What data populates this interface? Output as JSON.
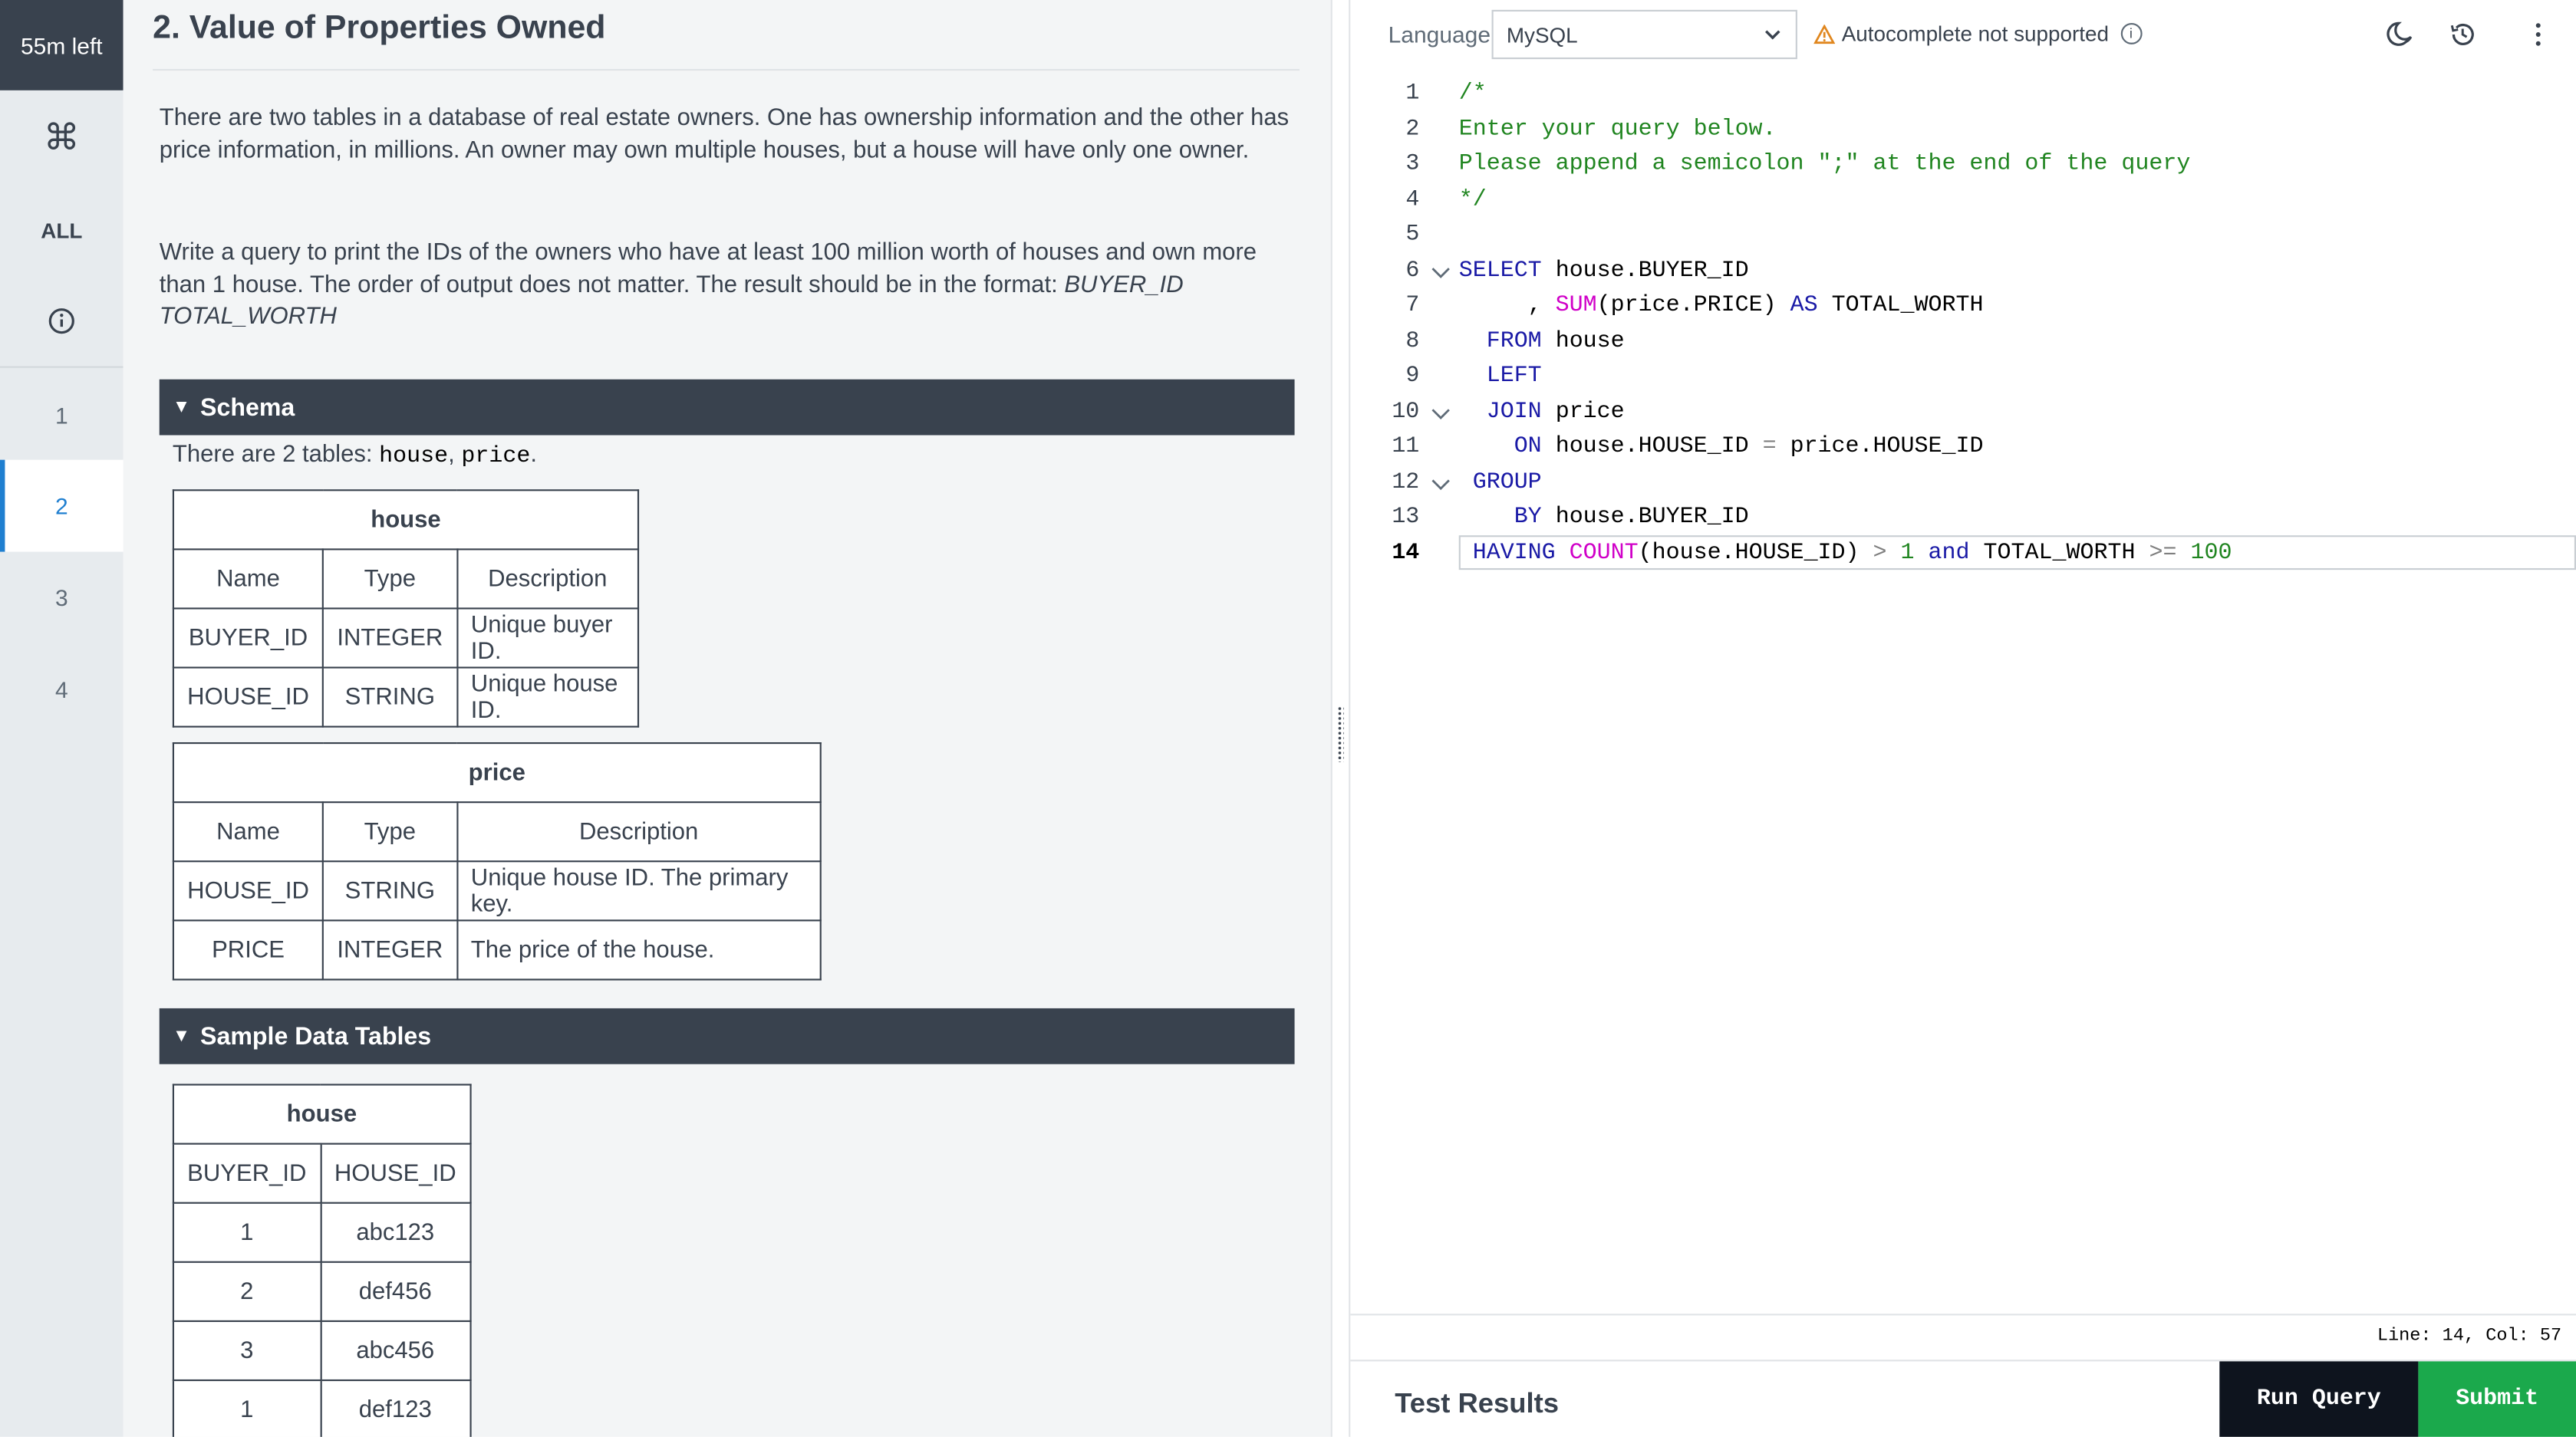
{
  "timer": "55m left",
  "rail": {
    "cmd_icon": "⌘",
    "all_label": "ALL",
    "questions": [
      "1",
      "2",
      "3",
      "4"
    ],
    "active_question": "2"
  },
  "problem": {
    "title": "2. Value of Properties Owned",
    "para1": "There are two tables in a database of real estate owners. One has ownership information and the other has price information, in millions. An owner may own multiple houses, but a house will have only one owner.",
    "para2_main": "Write a query to print the IDs of the owners who have at least 100 million worth of houses and own more than 1 house. The order of output does not matter. The result should be in the format: ",
    "para2_format": "BUYER_ID TOTAL_WORTH",
    "schema_title": "Schema",
    "schema_note_prefix": "There are 2 tables: ",
    "schema_note_t1": "house",
    "schema_note_sep": ", ",
    "schema_note_t2": "price",
    "schema_note_end": ".",
    "house_schema": {
      "caption": "house",
      "headers": [
        "Name",
        "Type",
        "Description"
      ],
      "rows": [
        [
          "BUYER_ID",
          "INTEGER",
          "Unique buyer ID."
        ],
        [
          "HOUSE_ID",
          "STRING",
          "Unique house ID."
        ]
      ]
    },
    "price_schema": {
      "caption": "price",
      "headers": [
        "Name",
        "Type",
        "Description"
      ],
      "rows": [
        [
          "HOUSE_ID",
          "STRING",
          "Unique house ID. The primary key."
        ],
        [
          "PRICE",
          "INTEGER",
          "The price of the house."
        ]
      ]
    },
    "sample_title": "Sample Data Tables",
    "house_sample": {
      "caption": "house",
      "headers": [
        "BUYER_ID",
        "HOUSE_ID"
      ],
      "rows": [
        [
          "1",
          "abc123"
        ],
        [
          "2",
          "def456"
        ],
        [
          "3",
          "abc456"
        ],
        [
          "1",
          "def123"
        ]
      ]
    }
  },
  "editor": {
    "language_label": "Language",
    "language_value": "MySQL",
    "autocomplete_note": "Autocomplete not supported",
    "line_numbers": [
      "1",
      "2",
      "3",
      "4",
      "5",
      "6",
      "7",
      "8",
      "9",
      "10",
      "11",
      "12",
      "13",
      "14"
    ],
    "code": {
      "l1": "/*",
      "l2": "Enter your query below.",
      "l3": "Please append a semicolon \";\" at the end of the query",
      "l4": "*/",
      "l6_kw": "SELECT",
      "l6_rest": " house.BUYER_ID",
      "l7_pre": "     , ",
      "l7_fn": "SUM",
      "l7_mid": "(price.PRICE) ",
      "l7_kw": "AS",
      "l7_rest": " TOTAL_WORTH",
      "l8_kw": "  FROM",
      "l8_rest": " house",
      "l9_kw": "  LEFT",
      "l10_kw": "  JOIN",
      "l10_rest": " price",
      "l11_kw": "    ON",
      "l11_a": " house.HOUSE_ID ",
      "l11_op": "=",
      "l11_b": " price.HOUSE_ID",
      "l12_kw": " GROUP",
      "l13_kw": "    BY",
      "l13_rest": " house.BUYER_ID",
      "l14_kw": " HAVING",
      "l14_sp": " ",
      "l14_fn": "COUNT",
      "l14_a": "(house.HOUSE_ID) ",
      "l14_op1": ">",
      "l14_sp2": " ",
      "l14_n1": "1",
      "l14_sp3": " ",
      "l14_and": "and",
      "l14_b": " TOTAL_WORTH ",
      "l14_op2": ">=",
      "l14_sp4": " ",
      "l14_n2": "100"
    },
    "status": "Line: 14, Col: 57"
  },
  "bottom": {
    "test_results": "Test Results",
    "run_label": "Run Query",
    "submit_label": "Submit"
  }
}
